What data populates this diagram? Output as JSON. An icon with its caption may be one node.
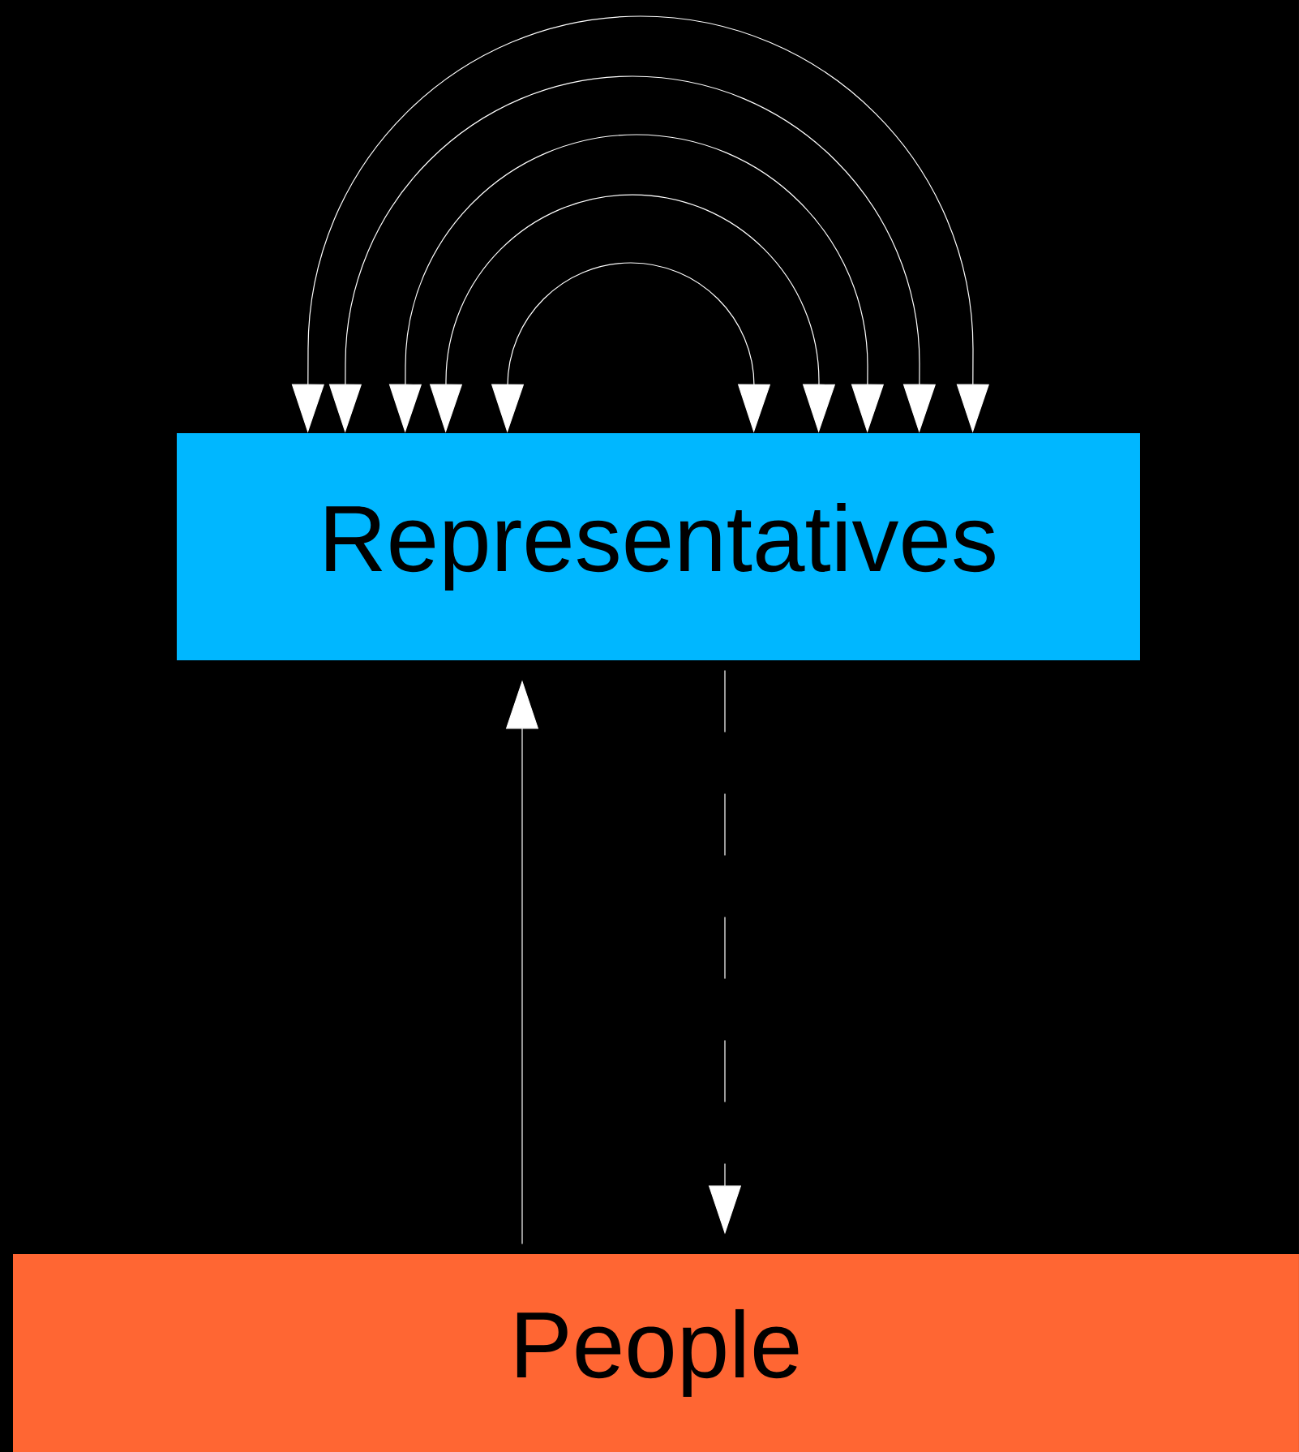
{
  "diagram": {
    "nodes": [
      {
        "text": [
          "Representatives"
        ]
      },
      {
        "text": [
          "People"
        ]
      }
    ],
    "edges": [
      {
        "from": 0,
        "to": 0,
        "arrow": "both"
      },
      {
        "from": 0,
        "to": 0,
        "arrow": "both"
      },
      {
        "from": 0,
        "to": 0,
        "arrow": "both"
      },
      {
        "from": 0,
        "to": 0,
        "arrow": "both"
      },
      {
        "from": 0,
        "to": 0,
        "arrow": "both"
      },
      {
        "from": 1,
        "to": 0,
        "arrow": "to"
      },
      {
        "from": 0,
        "to": 1,
        "arrow": "to",
        "style": "dashed"
      }
    ]
  }
}
